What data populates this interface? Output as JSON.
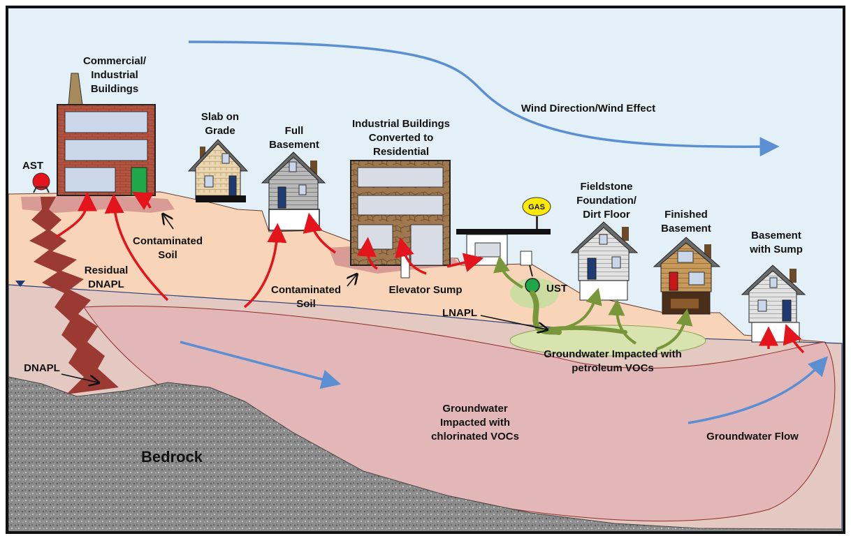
{
  "labels": {
    "commercial": [
      "Commercial/",
      "Industrial",
      "Buildings"
    ],
    "slab": [
      "Slab on",
      "Grade"
    ],
    "full_basement": [
      "Full",
      "Basement"
    ],
    "industrial_converted": [
      "Industrial Buildings",
      "Converted to",
      "Residential"
    ],
    "fieldstone": [
      "Fieldstone",
      "Foundation/",
      "Dirt Floor"
    ],
    "finished_basement": [
      "Finished",
      "Basement"
    ],
    "basement_sump": [
      "Basement",
      "with Sump"
    ],
    "wind": "Wind Direction/Wind Effect",
    "ast": "AST",
    "gas": "GAS",
    "ust": "UST",
    "contaminated_soil_1": [
      "Contaminated",
      "Soil"
    ],
    "contaminated_soil_2": [
      "Contaminated",
      "Soil"
    ],
    "residual_dnapl": [
      "Residual",
      "DNAPL"
    ],
    "elevator_sump": "Elevator Sump",
    "lnapl": "LNAPL",
    "dnapl": "DNAPL",
    "gw_petroleum": [
      "Groundwater Impacted with",
      "petroleum VOCs"
    ],
    "gw_chlorinated": [
      "Groundwater",
      "Impacted with",
      "chlorinated VOCs"
    ],
    "gw_flow": "Groundwater Flow",
    "bedrock": "Bedrock"
  },
  "colors": {
    "sky": "#e4f0f7",
    "soil": "#f8d5b8",
    "saturated": "#e4c9c3",
    "plume": "#e3b7b7",
    "bedrock": "#8f8f8f",
    "dnapl": "#9b3a33",
    "vapor_arrow": "#e3141b",
    "petroleum_arrow": "#77973a",
    "blue_arrow": "#5b8fd1"
  }
}
